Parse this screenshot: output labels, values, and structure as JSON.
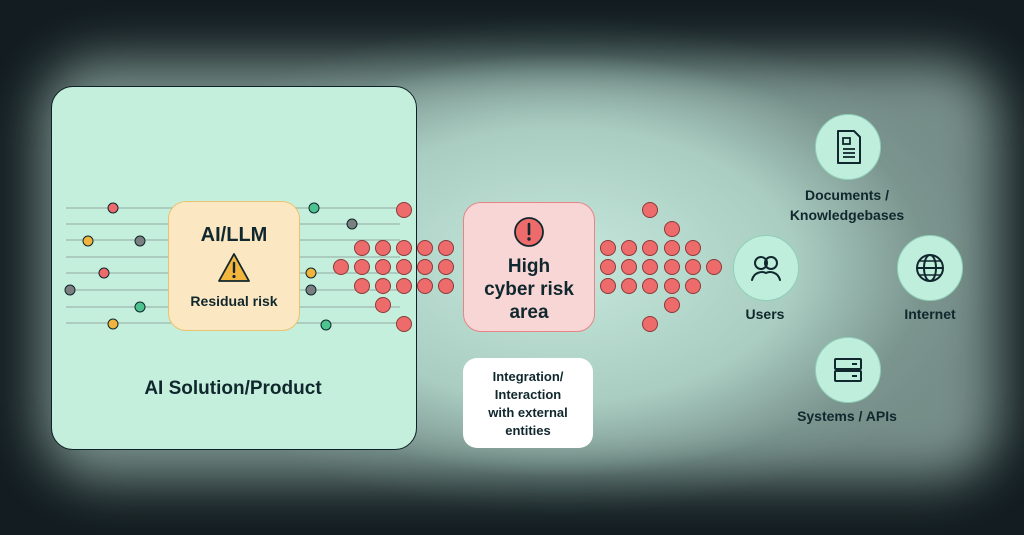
{
  "product": {
    "title": "AI Solution/Product"
  },
  "llm": {
    "title": "AI/LLM",
    "subtitle": "Residual risk",
    "icon": "warning-icon"
  },
  "risk_area": {
    "label_lines": [
      "High",
      "cyber risk",
      "area"
    ],
    "icon": "alert-circle-icon"
  },
  "integration": {
    "label_lines": [
      "Integration/",
      "Interaction",
      "with external",
      "entities"
    ]
  },
  "entities": {
    "documents": {
      "label_lines": [
        "Documents /",
        "Knowledgebases"
      ],
      "icon": "document-icon"
    },
    "users": {
      "label": "Users",
      "icon": "users-icon"
    },
    "internet": {
      "label": "Internet",
      "icon": "globe-icon"
    },
    "systems": {
      "label": "Systems / APIs",
      "icon": "server-icon"
    }
  },
  "colors": {
    "background": "#131d21",
    "panel": "#c5efdd",
    "risk_dot": "#ee6b6b",
    "green_dot": "#4dc48f",
    "amber_dot": "#f0b43c",
    "grey_dot": "#7b7f80",
    "text": "#10272d"
  }
}
